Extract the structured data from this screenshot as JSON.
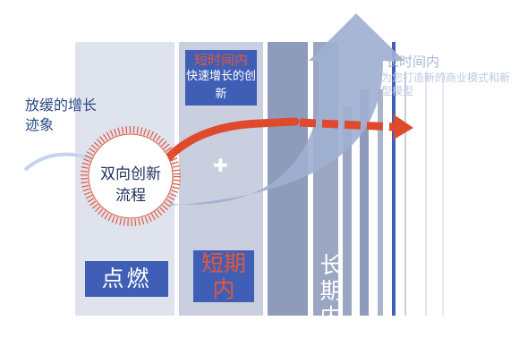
{
  "labels": {
    "slow_growth": "放缓的增长迹象",
    "circle": "双向创新流程",
    "short_title": "短时间内",
    "short_desc": "快速增长的创新",
    "ignite": "点燃",
    "short_big": "短期内",
    "long_big": "长期内",
    "long_title": "长时间内",
    "long_desc": "为您打造新的商业模式和新型模型"
  },
  "icons": {
    "plus": "plus-icon",
    "arrow": "up-arrow-icon"
  },
  "colors": {
    "panel_light": "#dfe3ee",
    "panel_mid": "#8e9bbb",
    "accent_blue": "#3f5fb6",
    "accent_red": "#e04a2c",
    "text_dark": "#2c4a86"
  }
}
